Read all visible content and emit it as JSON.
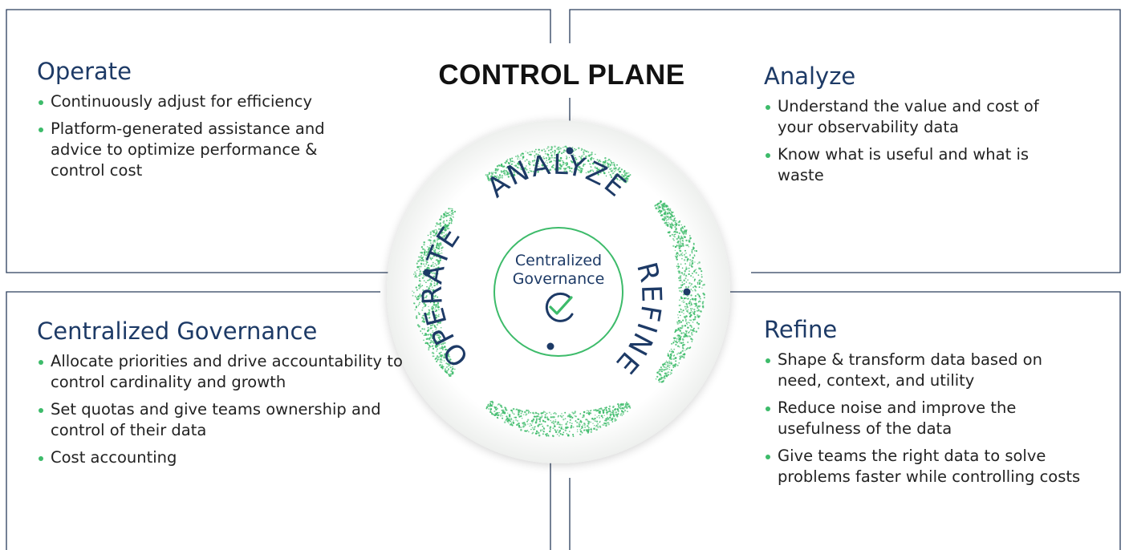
{
  "control_plane_title": "CONTROL PLANE",
  "center": {
    "label_line1": "Centralized",
    "label_line2": "Governance",
    "icon": "check-circle-icon"
  },
  "ring_words": {
    "top": "ANALYZE",
    "left": "OPERATE",
    "right": "REFINE"
  },
  "panels": {
    "operate": {
      "title": "Operate",
      "bullets": [
        "Continuously adjust for efficiency",
        "Platform-generated assistance and advice to optimize performance & control cost"
      ]
    },
    "analyze": {
      "title": "Analyze",
      "bullets": [
        "Understand the value and cost of your observability data",
        "Know what is useful and what is waste"
      ]
    },
    "governance": {
      "title": "Centralized Governance",
      "bullets": [
        "Allocate priorities and drive accountability to control cardinality and growth",
        "Set quotas and give teams ownership and control of their data",
        "Cost accounting"
      ]
    },
    "refine": {
      "title": "Refine",
      "bullets": [
        "Shape & transform data based on need, context, and utility",
        "Reduce noise and improve the usefulness of the data",
        "Give teams the right data to solve problems faster while controlling costs"
      ]
    }
  },
  "colors": {
    "navy": "#1d3a66",
    "green": "#3dbb6a",
    "line": "#2a3d5c"
  }
}
